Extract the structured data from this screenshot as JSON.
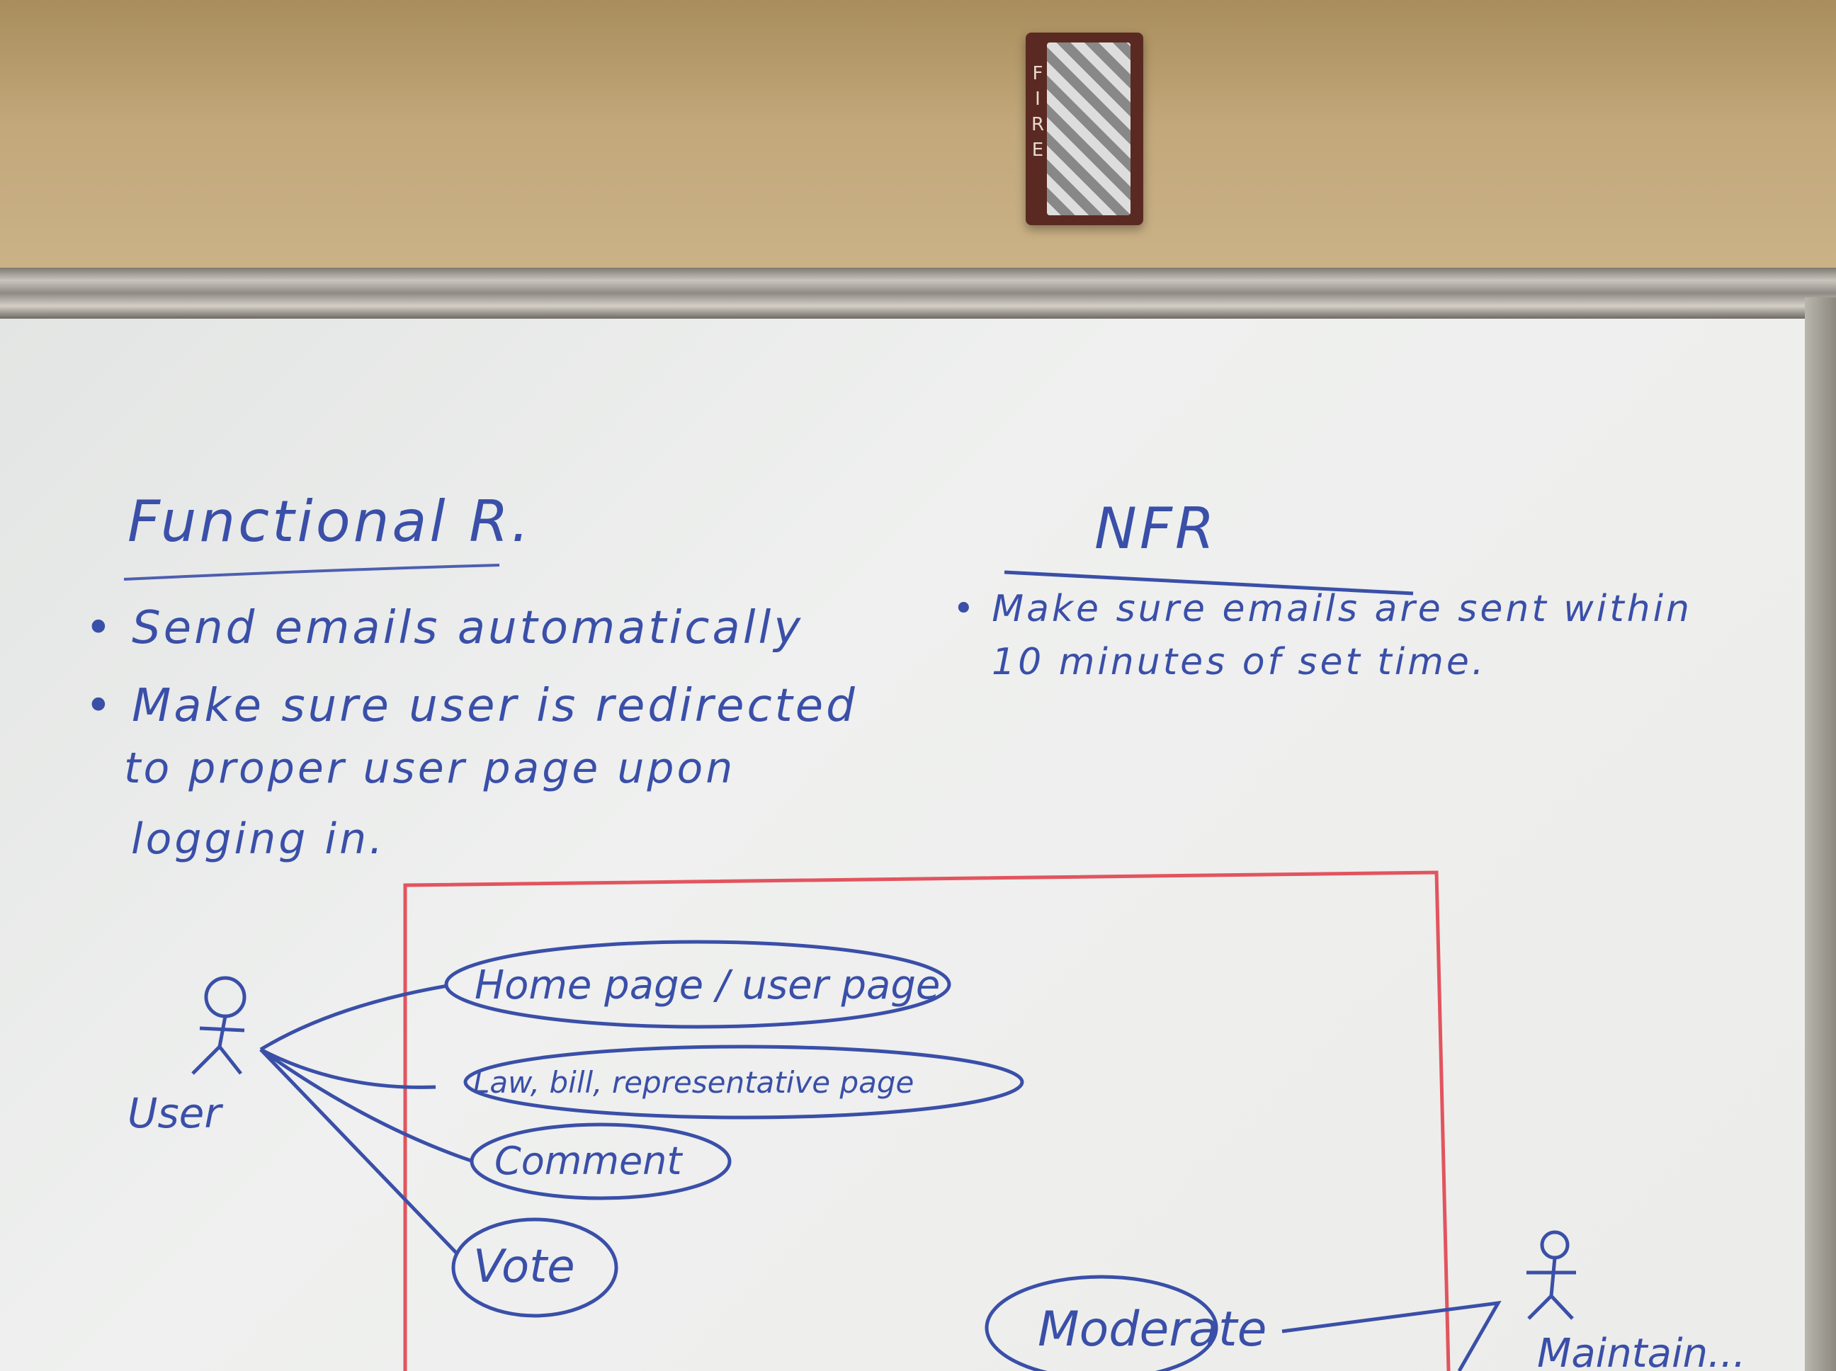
{
  "fire_alarm": {
    "label": "FIRE"
  },
  "functional": {
    "heading": "Functional R.",
    "items": [
      "Send emails automatically",
      "Make sure user is redirected",
      "to proper user page upon",
      "logging in."
    ]
  },
  "nfr": {
    "heading": "NFR",
    "items": [
      "Make sure emails are sent within",
      "10 minutes of set time."
    ]
  },
  "diagram": {
    "actors": {
      "user": "User",
      "maintainer": "Maintain..."
    },
    "use_cases": [
      "Home page / user page",
      "Law, bill, representative page",
      "Comment",
      "Vote",
      "Moderate"
    ]
  },
  "colors": {
    "marker_blue": "#3a4fa8",
    "marker_red": "#e2545e"
  }
}
